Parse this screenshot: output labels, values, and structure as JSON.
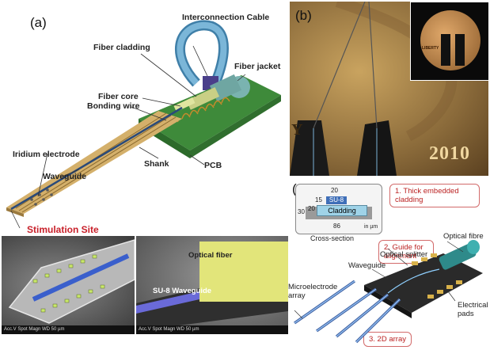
{
  "panel_a": {
    "letter": "(a)",
    "labels": {
      "interconnection_cable": "Interconnection Cable",
      "fiber_cladding": "Fiber cladding",
      "fiber_jacket": "Fiber jacket",
      "fiber_core": "Fiber core",
      "bonding_wire": "Bonding wire",
      "iridium_electrode": "Iridium electrode",
      "waveguide": "Waveguide",
      "shank": "Shank",
      "pcb": "PCB",
      "stimulation_site": "Stimulation Site"
    },
    "sem_left_footer": "Acc.V  Spot Magn   WD              50 µm",
    "sem_right_labels": {
      "optical_fiber": "Optical fiber",
      "su8_waveguide": "SU-8 Waveguide",
      "footer": "Acc.V  Spot Magn   WD              50 µm"
    }
  },
  "panel_b": {
    "letter": "(b)",
    "coin_text": "2010",
    "coin_letter": "Y",
    "inset_text": "LIBERTY"
  },
  "panel_c": {
    "letter": "(c)",
    "cross_section": {
      "su8": "SU-8",
      "cladding": "Cladding",
      "dim_top": "20",
      "dim_left_inner": "15",
      "dim_left_mid": "20",
      "dim_left_outer": "30",
      "dim_bottom": "86",
      "units": "in µm",
      "caption": "Cross-section"
    },
    "note1": "1. Thick embedded cladding",
    "note2": "2. Guide for alignment",
    "note3": "3. 2D array",
    "labels": {
      "optical_fibre": "Optical fibre",
      "optical_splitter": "Optical splitter",
      "waveguide": "Waveguide",
      "microelectrode_array": "Microelectrode array",
      "electrical_pads": "Electrical pads"
    }
  },
  "colors": {
    "pcb_green": "#3e8a3a",
    "cable_blue": "#5a9cc4",
    "su8_blue": "#3f6fb8",
    "cladding": "#9fd3e8",
    "fiber_yellow": "#d9db7a",
    "highlight_red": "#c8202a"
  }
}
